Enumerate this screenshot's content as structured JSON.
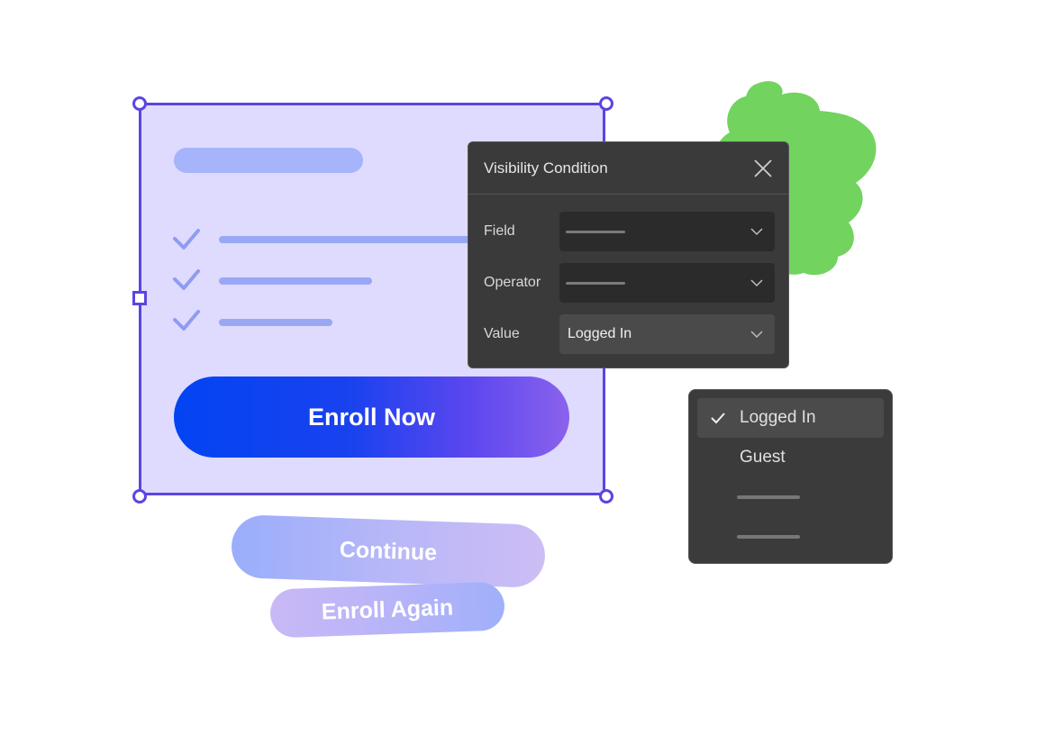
{
  "panel": {
    "title": "Visibility Condition",
    "fields": [
      {
        "label": "Field",
        "value": ""
      },
      {
        "label": "Operator",
        "value": ""
      },
      {
        "label": "Value",
        "value": "Logged In"
      }
    ]
  },
  "card": {
    "primary_button": "Enroll Now"
  },
  "buttons": {
    "continue": "Continue",
    "enroll_again": "Enroll Again"
  },
  "dropdown": {
    "items": [
      {
        "label": "Logged In",
        "selected": true
      },
      {
        "label": "Guest",
        "selected": false
      },
      {
        "label": "",
        "selected": false
      },
      {
        "label": "",
        "selected": false
      }
    ]
  },
  "colors": {
    "accent": "#5a45e0",
    "card_bg": "#dedbff",
    "blob": "#72d35f",
    "panel_bg": "#3a3a3a"
  }
}
